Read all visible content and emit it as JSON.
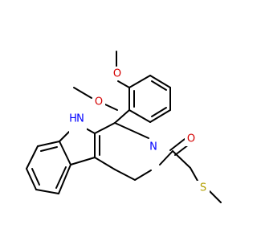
{
  "atoms": {
    "o1": {
      "text": "O",
      "color": "#d40000"
    },
    "o2": {
      "text": "O",
      "color": "#d40000"
    },
    "nh": {
      "text": "H",
      "color": "#0000ff"
    },
    "n_h": {
      "text": "N",
      "color": "#0000ff"
    },
    "n2": {
      "text": "N",
      "color": "#0000ff"
    },
    "o3": {
      "text": "O",
      "color": "#d40000"
    },
    "s": {
      "text": "S",
      "color": "#b3a000"
    }
  }
}
